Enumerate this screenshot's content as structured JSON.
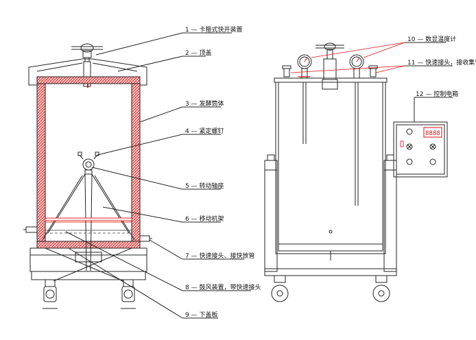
{
  "labels_left": [
    {
      "num": "1",
      "text": "卡箍式快开装置"
    },
    {
      "num": "2",
      "text": "顶盖"
    },
    {
      "num": "3",
      "text": "发酵筒体"
    },
    {
      "num": "4",
      "text": "紧定螺钉"
    },
    {
      "num": "5",
      "text": "转动轴座"
    },
    {
      "num": "6",
      "text": "移动机架"
    },
    {
      "num": "7",
      "text": "快速接头、接快放管"
    },
    {
      "num": "8",
      "text": "鼓风装置，带快速接头"
    },
    {
      "num": "9",
      "text": "下盖板"
    }
  ],
  "labels_right": [
    {
      "num": "10",
      "text": "数显温度计"
    },
    {
      "num": "11",
      "text": "快速接头，接收集管气"
    },
    {
      "num": "12",
      "text": "控制电箱"
    }
  ],
  "panel": {
    "display": "8888",
    "display_color": "#d11111"
  },
  "colors": {
    "hatch": "#d11111",
    "line": "#222222"
  }
}
